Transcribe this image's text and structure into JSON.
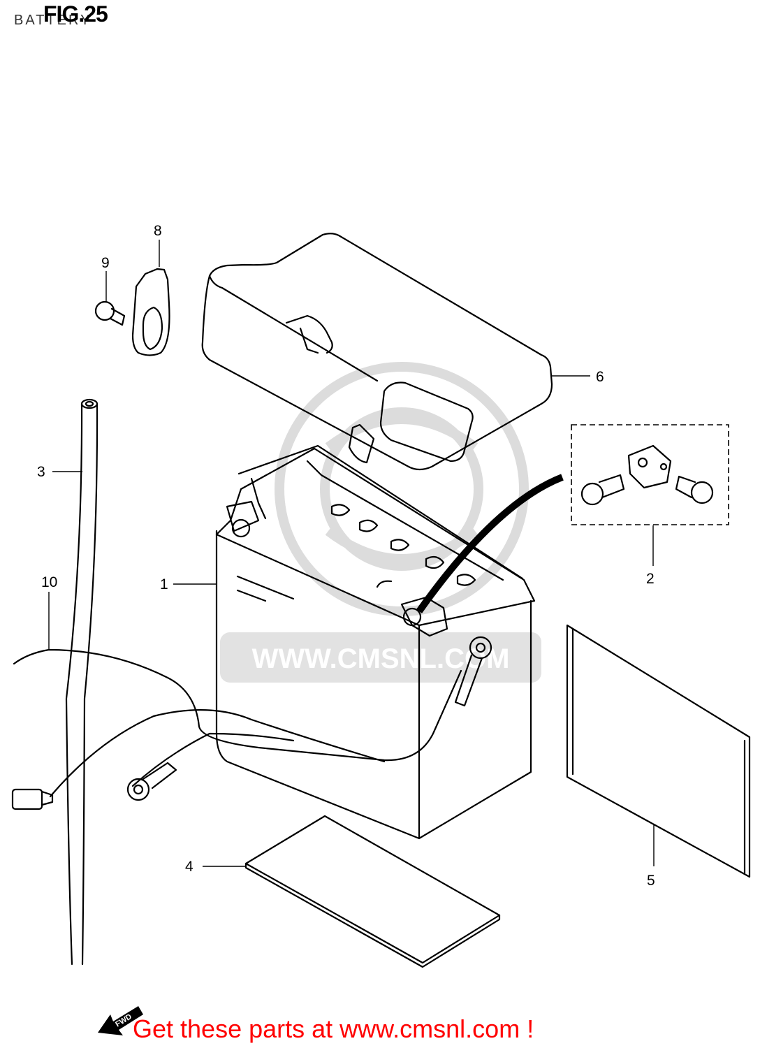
{
  "header": {
    "title": "FIG.25",
    "subtitle": "BATTERY"
  },
  "callouts": [
    {
      "id": "1",
      "label": "1"
    },
    {
      "id": "2",
      "label": "2"
    },
    {
      "id": "3",
      "label": "3"
    },
    {
      "id": "4",
      "label": "4"
    },
    {
      "id": "5",
      "label": "5"
    },
    {
      "id": "6",
      "label": "6"
    },
    {
      "id": "8",
      "label": "8"
    },
    {
      "id": "9",
      "label": "9"
    },
    {
      "id": "10",
      "label": "10"
    }
  ],
  "watermark": {
    "text": "WWW.CMSNL.COM"
  },
  "fwd_label": "FWD",
  "footer": {
    "link_text": "Get these parts at www.cmsnl.com !",
    "link_color": "#ff0000"
  }
}
